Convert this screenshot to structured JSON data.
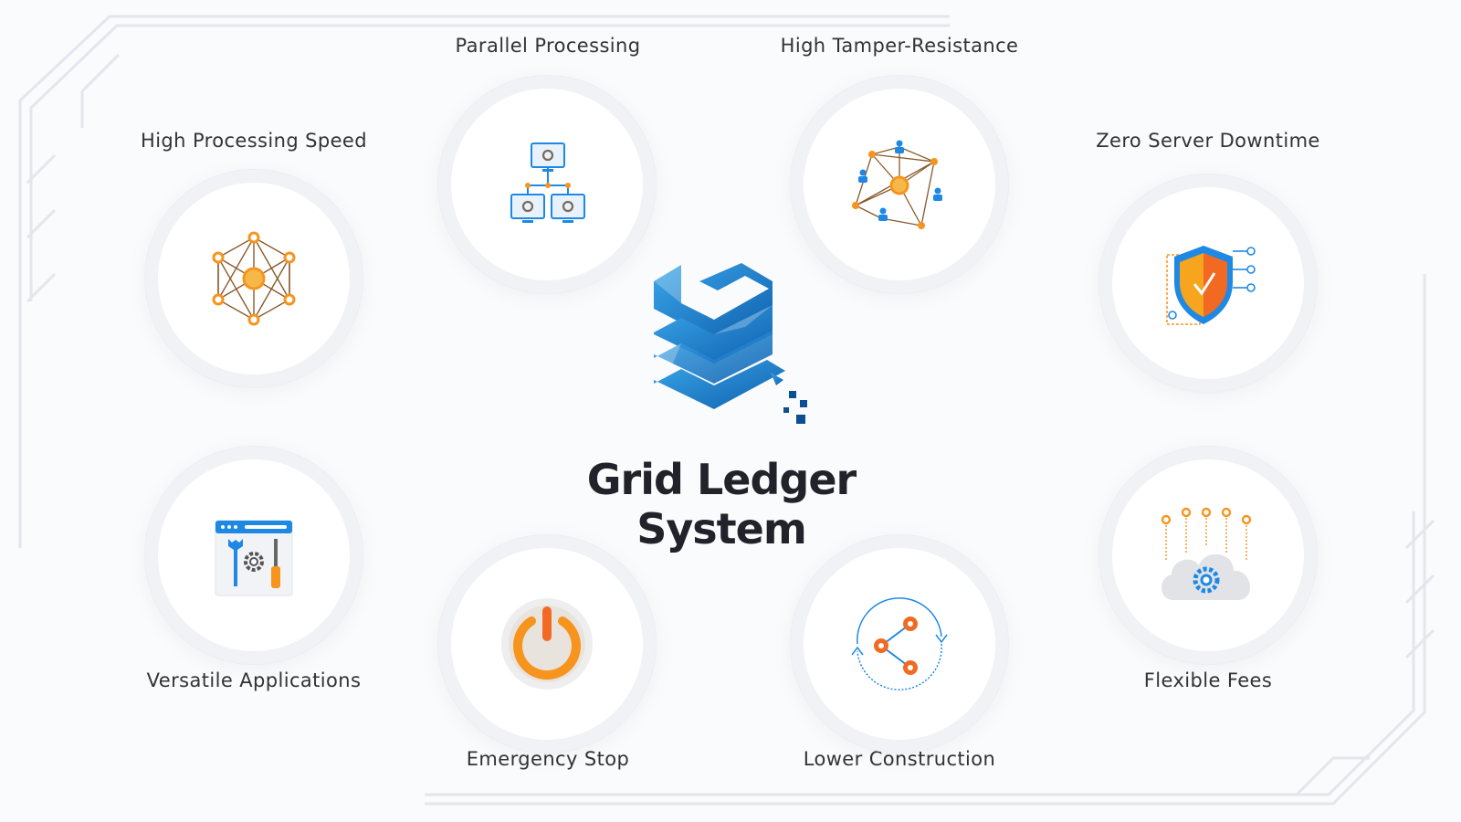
{
  "brand": {
    "name": "Grid Ledger System"
  },
  "features": {
    "high_processing_speed": {
      "label": "High Processing Speed",
      "icon": "network-hexagon-icon"
    },
    "parallel_processing": {
      "label": "Parallel Processing",
      "icon": "computers-hierarchy-icon"
    },
    "high_tamper_resistance": {
      "label": "High Tamper-Resistance",
      "icon": "peer-network-icon"
    },
    "zero_server_downtime": {
      "label": "Zero Server Downtime",
      "icon": "shield-check-icon"
    },
    "versatile_applications": {
      "label": "Versatile Applications",
      "icon": "tools-window-icon"
    },
    "emergency_stop": {
      "label": "Emergency Stop",
      "icon": "power-icon"
    },
    "lower_construction": {
      "label": "Lower Construction",
      "icon": "share-cycle-icon"
    },
    "flexible_fees": {
      "label": "Flexible Fees",
      "icon": "cloud-gear-icon"
    }
  },
  "colors": {
    "accent_orange": "#f7941d",
    "accent_blue": "#1e88e5",
    "logo_blue": "#1b73c9"
  }
}
